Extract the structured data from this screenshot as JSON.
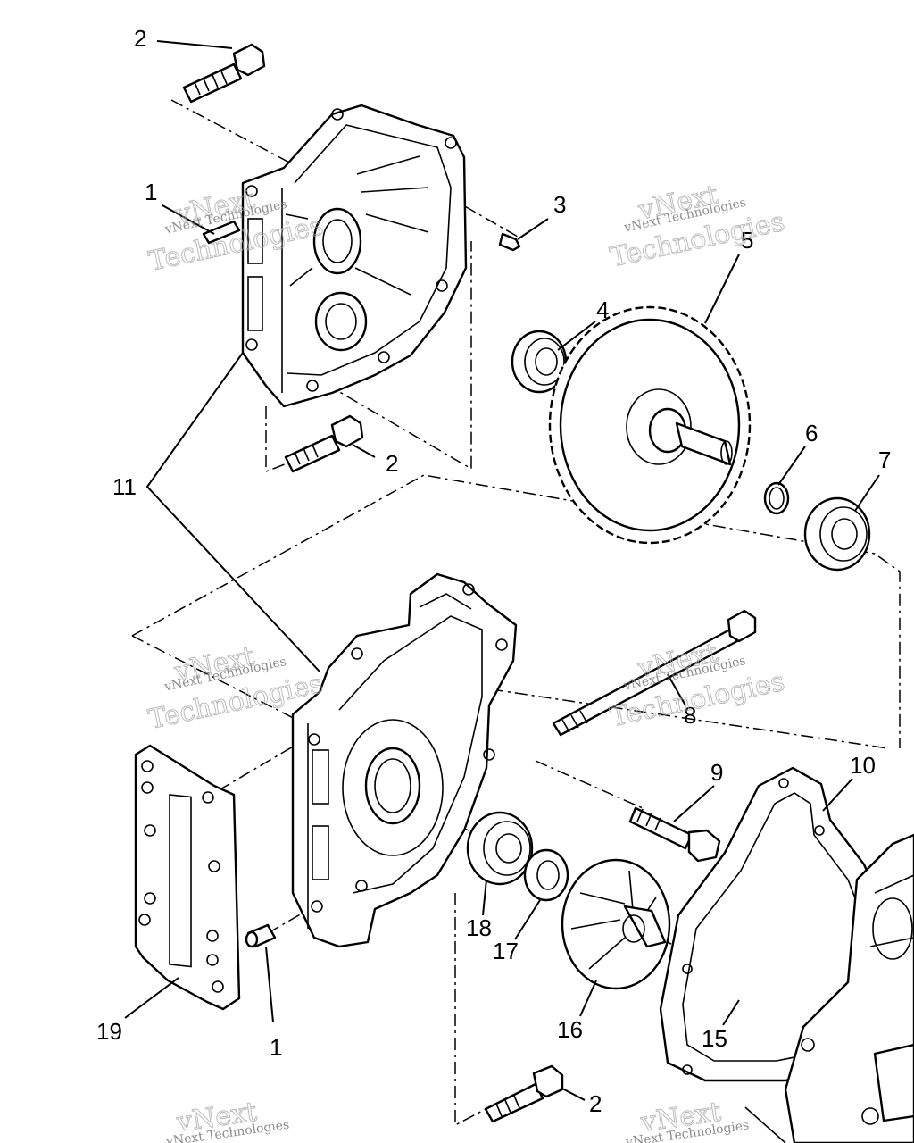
{
  "callouts": [
    "1",
    "2",
    "3",
    "4",
    "5",
    "6",
    "7",
    "8",
    "9",
    "10",
    "11",
    "15",
    "16",
    "17",
    "18",
    "19"
  ],
  "watermark": {
    "line1": "vNext",
    "line2": "Technologies",
    "small": "vNext Technologies"
  },
  "colors": {
    "ink": "#000000",
    "paper": "#ffffff",
    "watermark": "#9a9a9a"
  }
}
